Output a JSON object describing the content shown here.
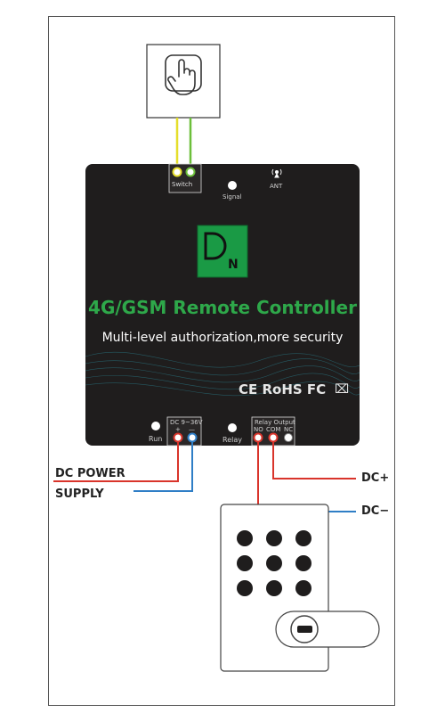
{
  "device": {
    "title": "4G/GSM Remote Controller",
    "subtitle": "Multi-level authorization,more security",
    "certifications": "CE RoHS FC",
    "logo_text": "DN"
  },
  "top_panel": {
    "switch_label": "Switch",
    "signal_label": "Signal",
    "ant_label": "ANT"
  },
  "bottom_panel": {
    "run_label": "Run",
    "power_label": "DC 9~36V",
    "plus": "+",
    "minus": "—",
    "relay_label": "Relay",
    "relay_output_label": "Relay Output",
    "no_label": "NO",
    "com_label": "COM",
    "nc_label": "NC"
  },
  "external": {
    "power_supply_line1": "DC POWER",
    "power_supply_line2": "SUPPLY",
    "dc_plus": "DC+",
    "dc_minus": "DC−"
  },
  "colors": {
    "wire_red": "#d9342b",
    "wire_blue": "#2f7ec6",
    "wire_yellow": "#e5de2c",
    "wire_green": "#6cbf3a",
    "device_body": "#1f1d1d",
    "brand_green": "#2ea84a",
    "logo_bg": "#1a9a45"
  }
}
